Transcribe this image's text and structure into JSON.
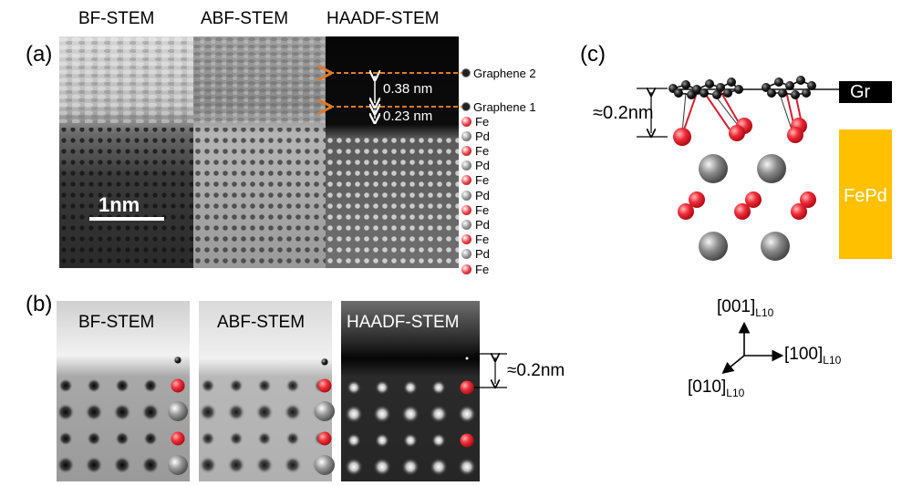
{
  "panel_labels": {
    "a": "(a)",
    "b": "(b)",
    "c": "(c)"
  },
  "panel_a": {
    "headers": [
      "BF-STEM",
      "ABF-STEM",
      "HAADF-STEM"
    ],
    "scale_bar": "1nm",
    "graphene_labels": [
      "Graphene 2",
      "Graphene 1"
    ],
    "spacings": [
      "0.38 nm",
      "0.23 nm"
    ],
    "layers": [
      "Fe",
      "Pd",
      "Fe",
      "Pd",
      "Fe",
      "Pd",
      "Fe",
      "Pd",
      "Fe",
      "Pd",
      "Fe"
    ]
  },
  "panel_b": {
    "headers": [
      "BF-STEM",
      "ABF-STEM",
      "HAADF-STEM"
    ],
    "gap_label": "≈0.2nm"
  },
  "panel_c": {
    "gap_label": "≈0.2nm",
    "gr_label": "Gr",
    "fepd_label": "FePd",
    "axes": {
      "z": {
        "label": "[001]",
        "sub": "L10"
      },
      "x": {
        "label": "[100]",
        "sub": "L10"
      },
      "y": {
        "label": "[010]",
        "sub": "L10"
      }
    }
  },
  "colors": {
    "fe": "#e8303a",
    "pd": "#8a8a8a",
    "carbon": "#222222",
    "fepd_bar": "#ffc000",
    "arrow": "#e07a28"
  }
}
